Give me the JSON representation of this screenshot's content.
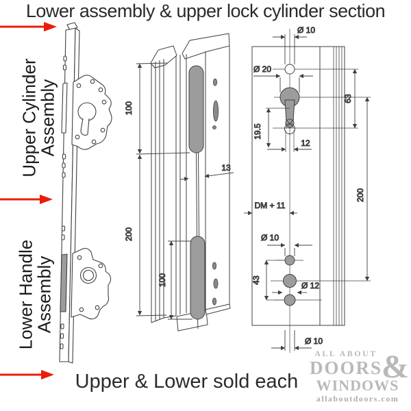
{
  "title": "Lower assembly & upper lock cylinder section",
  "caption": "Upper & Lower sold each",
  "side_labels": {
    "upper": "Upper Cylinder Assembly",
    "lower": "Lower Handle Assembly"
  },
  "logo": {
    "top": "ALL ABOUT",
    "name": "DOORS",
    "ampersand": "&",
    "name2": "WINDOWS",
    "website": "allaboutdoors.com"
  },
  "dimensions": {
    "side_view": {
      "upper_slot_height": "100",
      "overall_height": "200",
      "slot_width": "13",
      "lower_slot_height": "100"
    },
    "face_view": {
      "top_hole": "Ø 10",
      "cylinder_hole": "Ø 20",
      "cylinder_span": "63",
      "tail_offset": "19.5",
      "tail_width": "12",
      "center_span": "200",
      "backset": "DM + 11",
      "mid_hole": "Ø 10",
      "spindle_span": "43",
      "spindle_hole": "Ø 12",
      "bottom_hole": "Ø 10"
    }
  },
  "colors": {
    "arrow_red": "#ec1c0a",
    "drawing_line": "#3f3f3f",
    "shade_gray": "#9c9c9c",
    "logo_gray": "#b9b9b9",
    "text_dark": "#2b2a29"
  }
}
